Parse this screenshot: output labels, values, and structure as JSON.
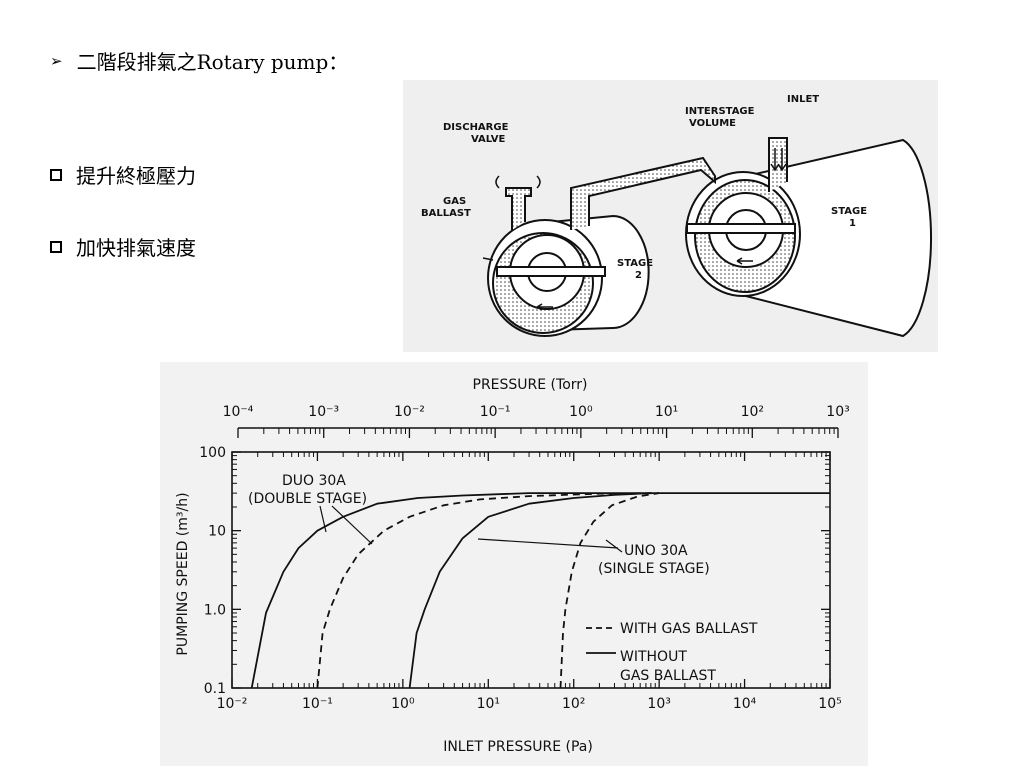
{
  "slide": {
    "title": "二階段排氣之Rotary pump：",
    "bullets": [
      "提升終極壓力",
      "加快排氣速度"
    ]
  },
  "illustration": {
    "labels": {
      "discharge_valve_1": "DISCHARGE",
      "discharge_valve_2": "VALVE",
      "gas_ballast_1": "GAS",
      "gas_ballast_2": "BALLAST",
      "interstage_1": "INTERSTAGE",
      "interstage_2": "VOLUME",
      "inlet": "INLET",
      "stage1_1": "STAGE",
      "stage1_2": "1",
      "stage2_1": "STAGE",
      "stage2_2": "2"
    }
  },
  "chart_data": {
    "type": "line",
    "x_scale": "log",
    "y_scale": "log",
    "xlabel": "INLET PRESSURE (Pa)",
    "ylabel": "PUMPING SPEED (m³/h)",
    "top_axis_label": "PRESSURE (Torr)",
    "xlim": [
      0.01,
      100000
    ],
    "ylim": [
      0.1,
      100
    ],
    "x_ticks": [
      "10⁻²",
      "10⁻¹",
      "10⁰",
      "10¹",
      "10²",
      "10³",
      "10⁴",
      "10⁵"
    ],
    "top_ticks": [
      "10⁻⁴",
      "10⁻³",
      "10⁻²",
      "10⁻¹",
      "10⁰",
      "10¹",
      "10²",
      "10³"
    ],
    "y_ticks": [
      "0.1",
      "1.0",
      "10",
      "100"
    ],
    "annotations": {
      "duo_line1": "DUO 30A",
      "duo_line2": "(DOUBLE STAGE)",
      "uno_line1": "UNO 30A",
      "uno_line2": "(SINGLE STAGE)"
    },
    "legend": [
      {
        "label": "WITH GAS BALLAST",
        "style": "dashed"
      },
      {
        "label": "WITHOUT GAS BALLAST",
        "style": "solid",
        "label_line1": "WITHOUT",
        "label_line2": "GAS BALLAST"
      }
    ],
    "legend_position": "bottom-right",
    "series": [
      {
        "style": "solid",
        "points": [
          [
            0.017,
            0.1
          ],
          [
            0.025,
            0.9
          ],
          [
            0.04,
            3
          ],
          [
            0.06,
            6
          ],
          [
            0.1,
            10
          ],
          [
            0.2,
            15
          ],
          [
            0.5,
            22
          ],
          [
            1.5,
            26
          ],
          [
            5,
            28
          ],
          [
            30,
            30
          ],
          [
            100000,
            30
          ]
        ]
      },
      {
        "style": "dashed",
        "points": [
          [
            0.1,
            0.1
          ],
          [
            0.115,
            0.5
          ],
          [
            0.14,
            1.0
          ],
          [
            0.2,
            2.5
          ],
          [
            0.3,
            5
          ],
          [
            0.6,
            10
          ],
          [
            1.2,
            15
          ],
          [
            3,
            21
          ],
          [
            8,
            25
          ],
          [
            30,
            27.5
          ],
          [
            200,
            29.5
          ],
          [
            1000,
            30
          ]
        ]
      },
      {
        "style": "solid",
        "points": [
          [
            1.2,
            0.1
          ],
          [
            1.45,
            0.5
          ],
          [
            1.8,
            1.0
          ],
          [
            2.7,
            3
          ],
          [
            5,
            8
          ],
          [
            10,
            15
          ],
          [
            30,
            22
          ],
          [
            100,
            26
          ],
          [
            300,
            28.5
          ],
          [
            800,
            30
          ]
        ]
      },
      {
        "style": "dashed",
        "points": [
          [
            70,
            0.1
          ],
          [
            75,
            0.5
          ],
          [
            80,
            1.0
          ],
          [
            95,
            3
          ],
          [
            120,
            7
          ],
          [
            170,
            13
          ],
          [
            280,
            21
          ],
          [
            550,
            27
          ],
          [
            1000,
            30
          ]
        ]
      }
    ]
  }
}
